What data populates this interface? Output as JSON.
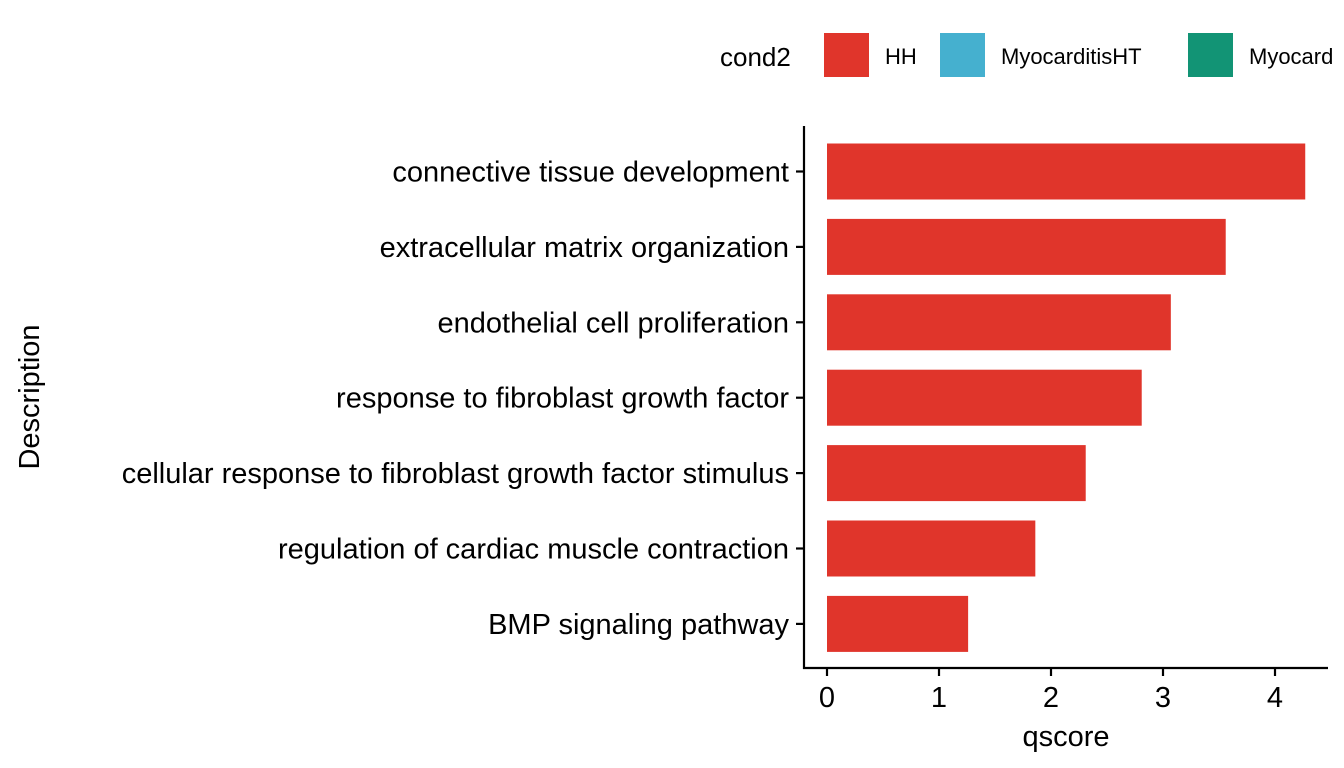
{
  "chart_data": {
    "type": "bar",
    "orientation": "horizontal",
    "xlabel": "qscore",
    "ylabel": "Description",
    "xlim": [
      -0.2,
      4.5
    ],
    "xticks": [
      0,
      1,
      2,
      3,
      4
    ],
    "grid": false,
    "legend": {
      "title": "cond2",
      "placement": "top",
      "entries": [
        {
          "label": "HH",
          "color": "#e0352b"
        },
        {
          "label": "MyocarditisHT",
          "color": "#45b0cf"
        },
        {
          "label": "Myocard",
          "color": "#129475"
        }
      ]
    },
    "categories": [
      "connective tissue development",
      "extracellular matrix organization",
      "endothelial cell proliferation",
      "response to fibroblast growth factor",
      "cellular response to fibroblast growth factor stimulus",
      "regulation of cardiac muscle contraction",
      "BMP signaling pathway"
    ],
    "series": [
      {
        "name": "HH",
        "color": "#e0352b",
        "values": [
          4.27,
          3.56,
          3.07,
          2.81,
          2.31,
          1.86,
          1.26
        ]
      }
    ]
  }
}
